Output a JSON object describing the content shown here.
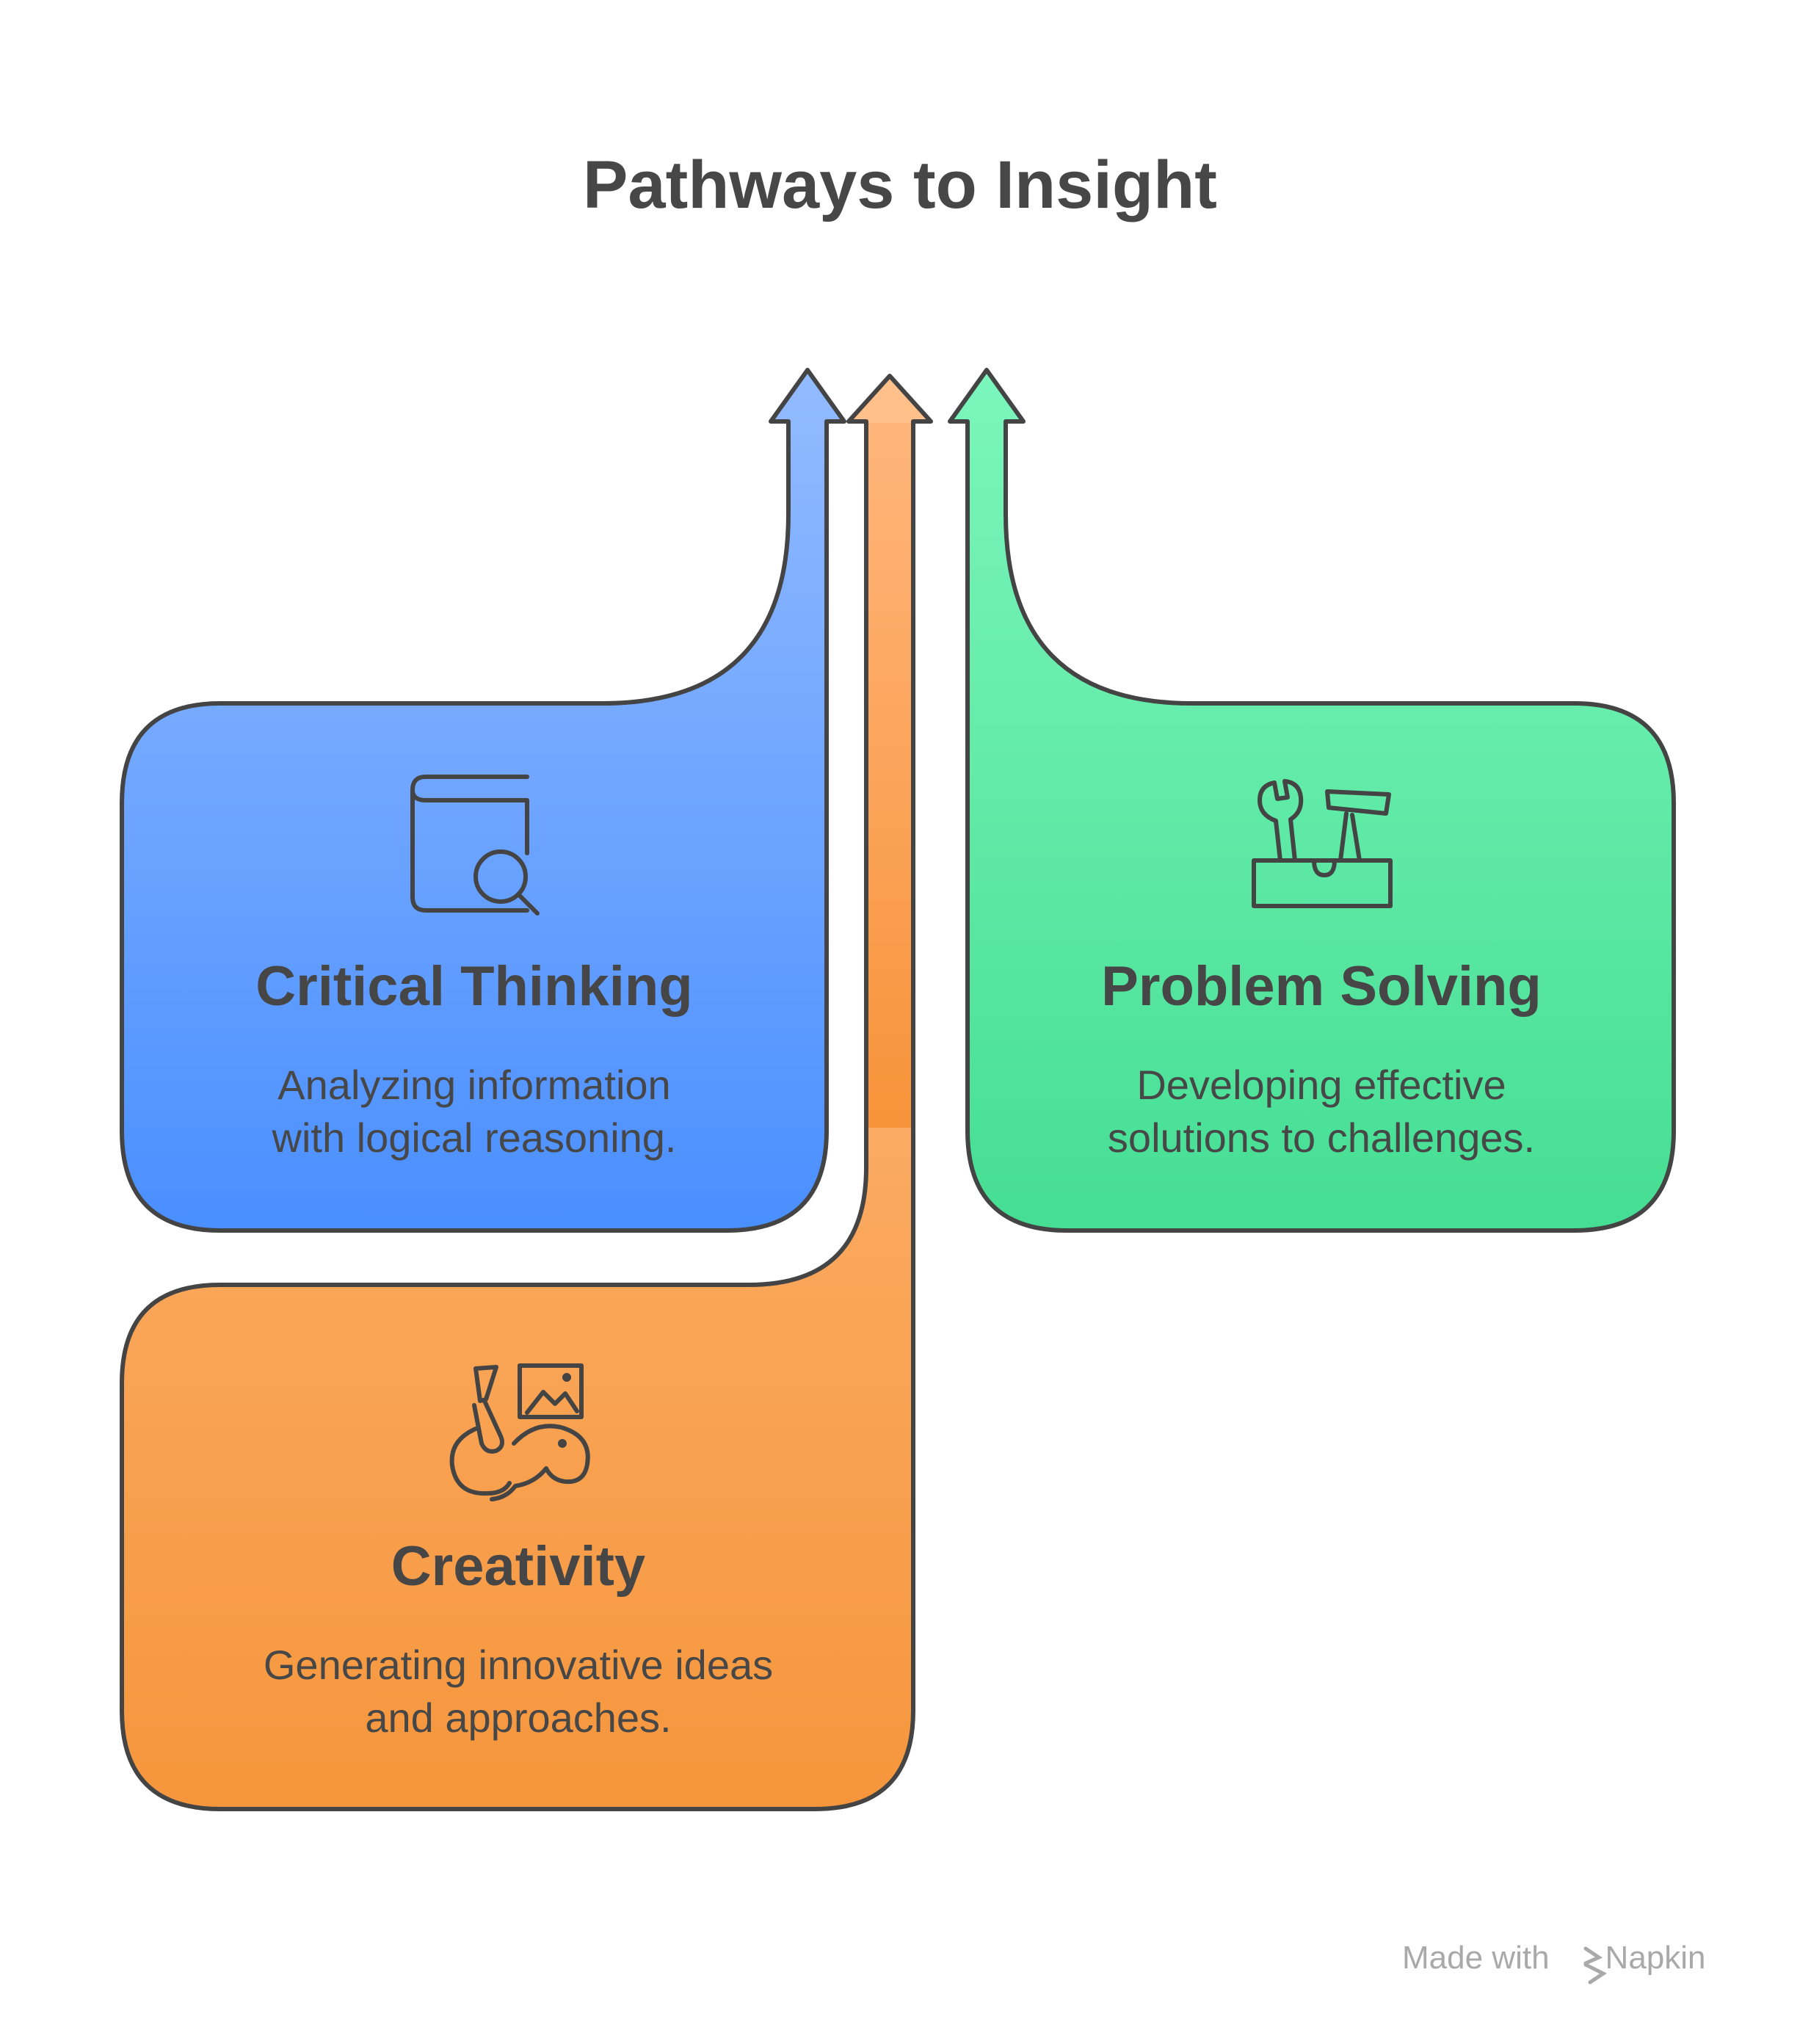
{
  "title": "Pathways to Insight",
  "cards": [
    {
      "id": "critical-thinking",
      "title": "Critical Thinking",
      "desc_line1": "Analyzing information",
      "desc_line2": "with logical reasoning.",
      "icon": "book-search-icon",
      "color_top": "#8ab4ff",
      "color_bottom": "#4a90ff"
    },
    {
      "id": "problem-solving",
      "title": "Problem Solving",
      "desc_line1": "Developing effective",
      "desc_line2": "solutions to challenges.",
      "icon": "toolbox-icon",
      "color_top": "#78f5b8",
      "color_bottom": "#46df94"
    },
    {
      "id": "creativity",
      "title": "Creativity",
      "desc_line1": "Generating innovative ideas",
      "desc_line2": "and approaches.",
      "icon": "art-palette-icon",
      "color_top": "#ffc08a",
      "color_bottom": "#f6963c"
    }
  ],
  "footer": {
    "prefix": "Made with",
    "brand": "Napkin"
  },
  "colors": {
    "outline": "#444444",
    "text": "#474747"
  }
}
